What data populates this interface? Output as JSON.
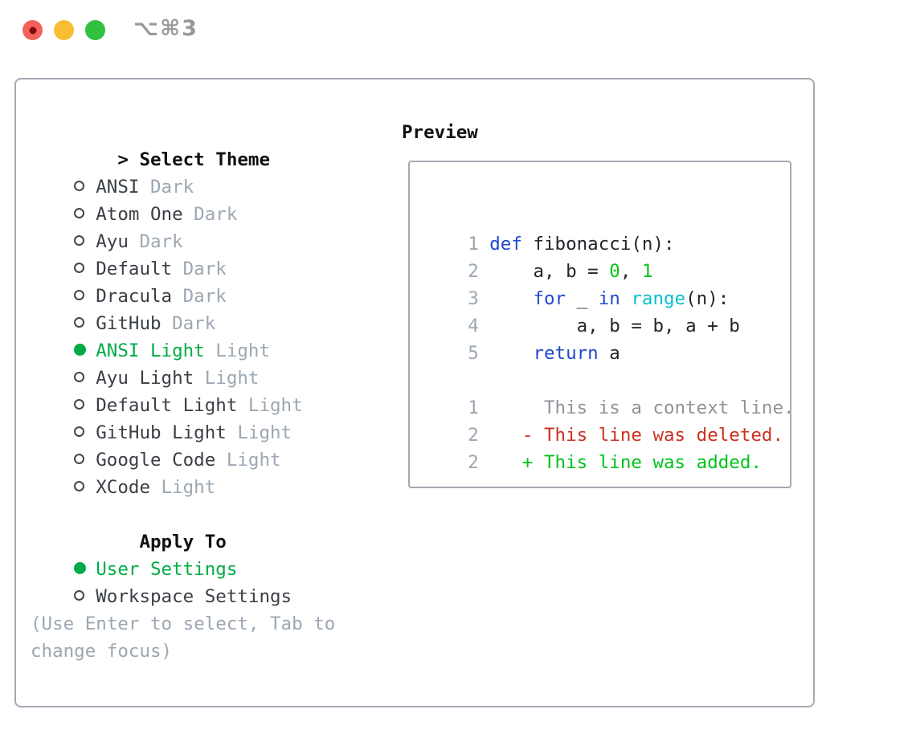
{
  "window": {
    "title": "⌥⌘3",
    "traffic_lights": [
      "close",
      "minimize",
      "zoom"
    ]
  },
  "theme_panel": {
    "header_prefix": ">",
    "header_label": "Select Theme",
    "themes": [
      {
        "name": "ANSI",
        "variant": "Dark",
        "selected": false
      },
      {
        "name": "Atom One",
        "variant": "Dark",
        "selected": false
      },
      {
        "name": "Ayu",
        "variant": "Dark",
        "selected": false
      },
      {
        "name": "Default",
        "variant": "Dark",
        "selected": false
      },
      {
        "name": "Dracula",
        "variant": "Dark",
        "selected": false
      },
      {
        "name": "GitHub",
        "variant": "Dark",
        "selected": false
      },
      {
        "name": "ANSI Light",
        "variant": "Light",
        "selected": true
      },
      {
        "name": "Ayu Light",
        "variant": "Light",
        "selected": false
      },
      {
        "name": "Default Light",
        "variant": "Light",
        "selected": false
      },
      {
        "name": "GitHub Light",
        "variant": "Light",
        "selected": false
      },
      {
        "name": "Google Code",
        "variant": "Light",
        "selected": false
      },
      {
        "name": "XCode",
        "variant": "Light",
        "selected": false
      }
    ],
    "apply_label": "Apply To",
    "apply_options": [
      {
        "name": "User Settings",
        "selected": true
      },
      {
        "name": "Workspace Settings",
        "selected": false
      }
    ],
    "help_lines": [
      "(Use Enter to select, Tab to",
      "change focus)"
    ]
  },
  "preview_panel": {
    "header": "Preview",
    "code_lines": [
      {
        "num": "1",
        "tokens": [
          {
            "t": "def",
            "c": "kw"
          },
          {
            "t": " fibonacci(n):",
            "c": "fg"
          }
        ]
      },
      {
        "num": "2",
        "tokens": [
          {
            "t": "    a, b = ",
            "c": "fg"
          },
          {
            "t": "0",
            "c": "lit"
          },
          {
            "t": ", ",
            "c": "fg"
          },
          {
            "t": "1",
            "c": "lit"
          }
        ]
      },
      {
        "num": "3",
        "tokens": [
          {
            "t": "    ",
            "c": "fg"
          },
          {
            "t": "for",
            "c": "kw"
          },
          {
            "t": " _ ",
            "c": "fg"
          },
          {
            "t": "in",
            "c": "kw"
          },
          {
            "t": " ",
            "c": "fg"
          },
          {
            "t": "range",
            "c": "fn"
          },
          {
            "t": "(n):",
            "c": "fg"
          }
        ]
      },
      {
        "num": "4",
        "tokens": [
          {
            "t": "        a, b = b, a + b",
            "c": "fg"
          }
        ]
      },
      {
        "num": "5",
        "tokens": [
          {
            "t": "    ",
            "c": "fg"
          },
          {
            "t": "return",
            "c": "kw"
          },
          {
            "t": " a",
            "c": "fg"
          }
        ]
      },
      {
        "num": "",
        "tokens": []
      },
      {
        "num": "1",
        "tokens": [
          {
            "t": "     This is a context line.",
            "c": "ctx"
          }
        ]
      },
      {
        "num": "2",
        "tokens": [
          {
            "t": "   - This line was deleted.",
            "c": "del"
          }
        ]
      },
      {
        "num": "2",
        "tokens": [
          {
            "t": "   + This line was added.",
            "c": "add"
          }
        ]
      }
    ]
  },
  "colors": {
    "border": "#a3aab3",
    "heading": "#111111",
    "text": "#3a3f45",
    "muted": "#9ca7b2",
    "green_ui": "#00ab45",
    "code_fg": "#22262b",
    "kw": "#2049cf",
    "fn": "#0abecd",
    "lit": "#0ac319",
    "ctx": "#8f9398",
    "del": "#cb3122",
    "add": "#00c31c",
    "traffic_red": "#f4615b",
    "traffic_red_dot": "#7d0d08",
    "traffic_yellow": "#f8bd30",
    "traffic_green": "#2fc13f",
    "title_gray": "#989898"
  }
}
